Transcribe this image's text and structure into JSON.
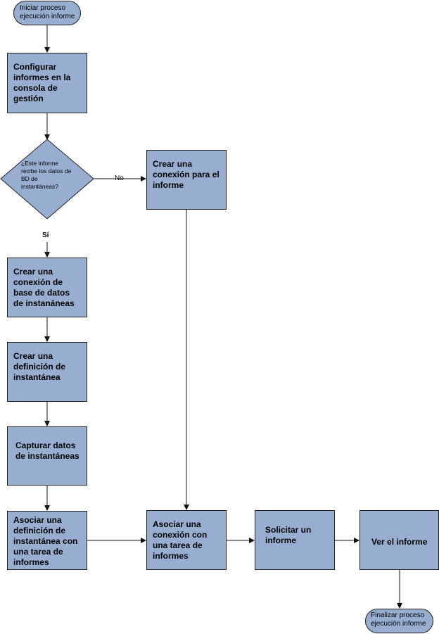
{
  "start": "Iniciar proceso ejecución informe",
  "configure": "Configurar informes en la consola de gestión",
  "decision": "¿Este informe recibe los datos de BD de instantáneas?",
  "label_no": "No",
  "label_yes": "Sí",
  "create_connection": "Crear una conexión para el informe",
  "create_snapshot_db_connection": "Crear una conexión de base de datos de instanáneas",
  "create_snapshot_definition": "Crear una definición de instantánea",
  "capture_snapshot_data": "Capturar datos de instantáneas",
  "associate_definition": "Asociar una definición de instantánea con una tarea de informes",
  "associate_connection": "Asociar una conexión con una tarea de informes",
  "request_report": "Solicitar un informe",
  "view_report": "Ver el informe",
  "end": "Finalizar proceso ejecución informe",
  "colors": {
    "box_fill": "#97AED1",
    "stroke": "#222222"
  }
}
